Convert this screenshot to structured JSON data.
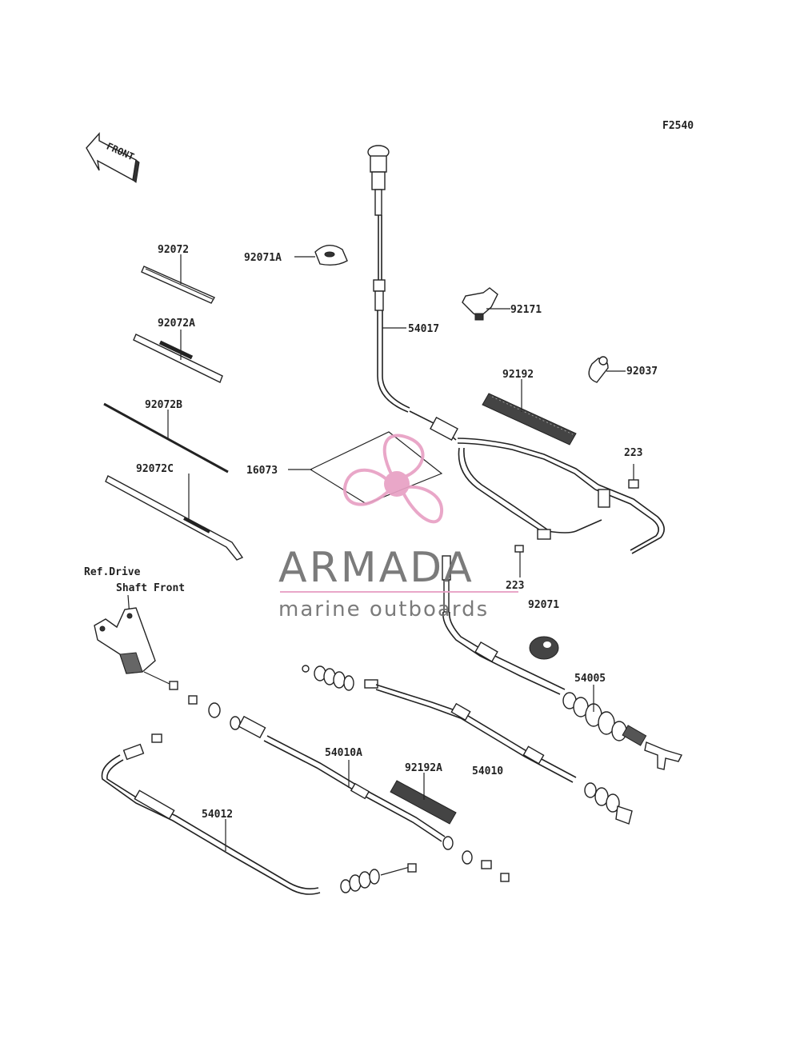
{
  "figure_code": "F2540",
  "front_arrow_text": "FRONT",
  "note": {
    "line1": "Ref.Drive",
    "line2": "Shaft Front"
  },
  "parts": {
    "p92072": "92072",
    "p92072A": "92072A",
    "p92072B": "92072B",
    "p92072C": "92072C",
    "p92071A": "92071A",
    "p54017": "54017",
    "p92171": "92171",
    "p92192": "92192",
    "p92037": "92037",
    "p16073": "16073",
    "p223a": "223",
    "p223b": "223",
    "p92071": "92071",
    "p54005": "54005",
    "p54010A": "54010A",
    "p92192A": "92192A",
    "p54010": "54010",
    "p54012": "54012"
  },
  "watermark": {
    "brand": "ARMADA",
    "tagline": "marine outboards",
    "colors": {
      "pink": "#e8a0c4",
      "gray": "#707070"
    }
  }
}
